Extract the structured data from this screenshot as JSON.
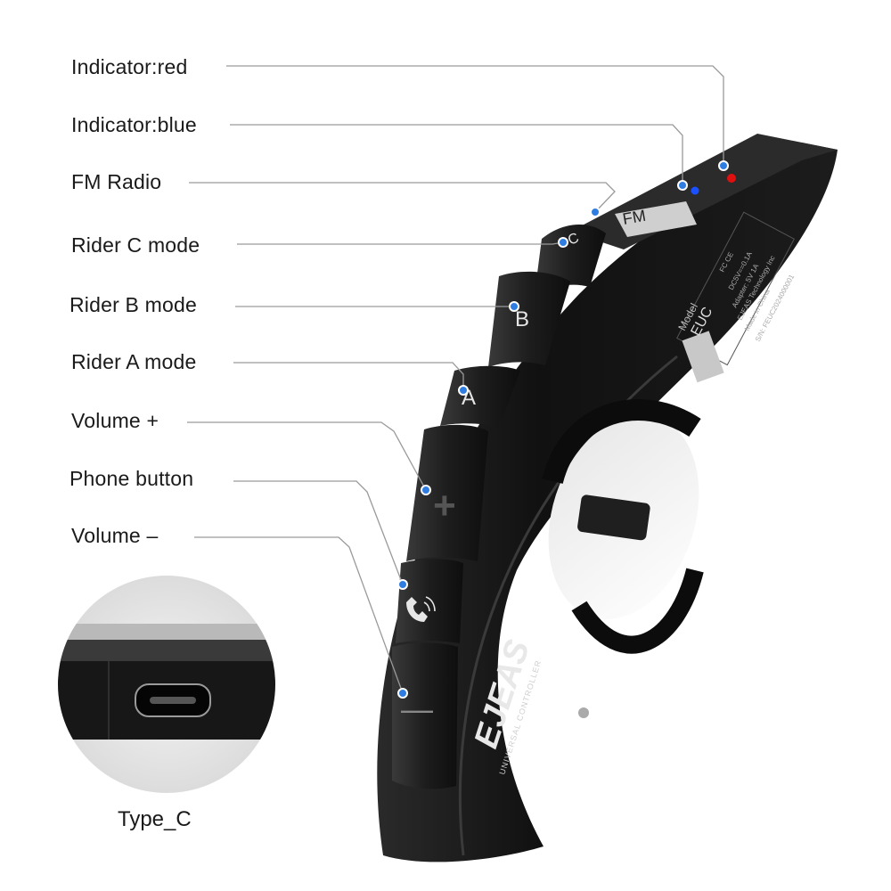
{
  "callouts": [
    {
      "id": "indicator-red",
      "label": "Indicator:red"
    },
    {
      "id": "indicator-blue",
      "label": "Indicator:blue"
    },
    {
      "id": "fm-radio",
      "label": "FM Radio"
    },
    {
      "id": "rider-c",
      "label": "Rider C mode"
    },
    {
      "id": "rider-b",
      "label": "Rider B mode"
    },
    {
      "id": "rider-a",
      "label": "Rider A mode"
    },
    {
      "id": "volume-up",
      "label": "Volume +"
    },
    {
      "id": "phone",
      "label": "Phone button"
    },
    {
      "id": "volume-down",
      "label": "Volume –"
    }
  ],
  "inset": {
    "caption": "Type_C"
  },
  "device": {
    "brand": "EJEAS",
    "subtitle": "UNIVERSAL CONTROLLER",
    "buttons": {
      "fm": "FM",
      "c": "C",
      "b": "B",
      "a": "A",
      "plus": "+",
      "minus": "—"
    },
    "model_label": "Model",
    "model_value": "EUC",
    "spec_lines": [
      "FC CE",
      "DC5V==0.1A",
      "Adapter: 5V 1A",
      "EJEAS Technology Inc",
      "Made in China",
      "S/N: FEUC2024000001"
    ]
  },
  "colors": {
    "accent_dot": "#2f7de0",
    "indicator_red": "#e01010",
    "indicator_blue": "#1a50ff",
    "device_body": "#141414"
  }
}
